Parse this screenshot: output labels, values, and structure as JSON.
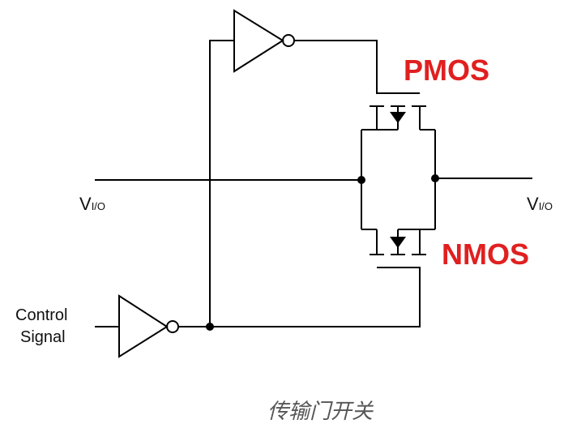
{
  "labels": {
    "pmos": "PMOS",
    "nmos": "NMOS",
    "vio_left": {
      "main": "V",
      "sub": "I/O"
    },
    "vio_right": {
      "main": "V",
      "sub": "I/O"
    },
    "control_line1": "Control",
    "control_line2": "Signal",
    "caption": "传输门开关"
  },
  "colors": {
    "transistor_label": "#e02020",
    "wire": "#000000",
    "caption": "#555555"
  }
}
